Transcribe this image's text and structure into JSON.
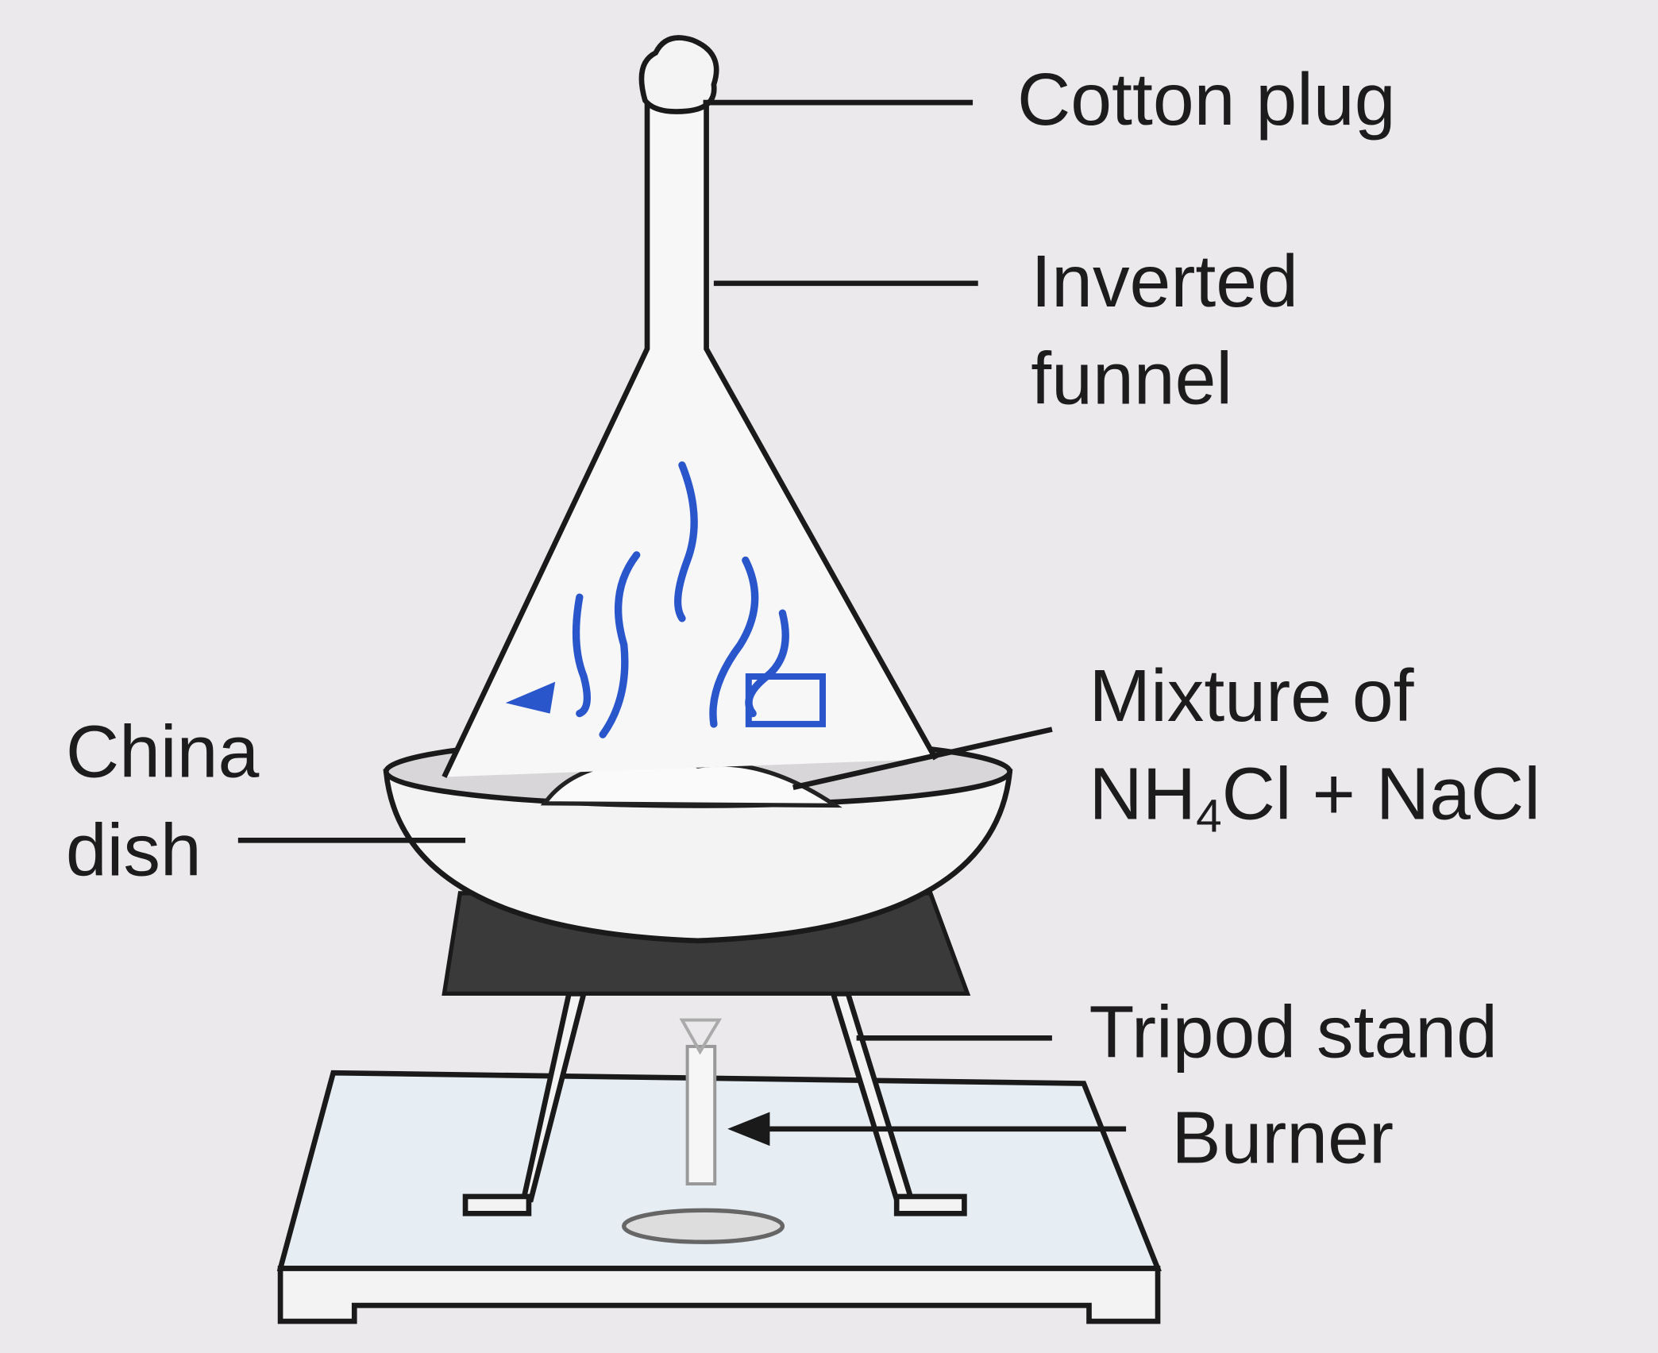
{
  "labels": {
    "cotton_plug": "Cotton plug",
    "inverted_funnel_line1": "Inverted",
    "inverted_funnel_line2": "funnel",
    "mixture_line1": "Mixture of",
    "mixture_nh": "NH",
    "mixture_sub": "4",
    "mixture_rest": "Cl + NaCl",
    "china_dish_line1": "China",
    "china_dish_line2": "dish",
    "tripod_stand": "Tripod stand",
    "burner": "Burner"
  },
  "colors": {
    "vapour": "#2a56cc",
    "background": "#ebe9eb",
    "gauze": "#3a3a3a"
  }
}
